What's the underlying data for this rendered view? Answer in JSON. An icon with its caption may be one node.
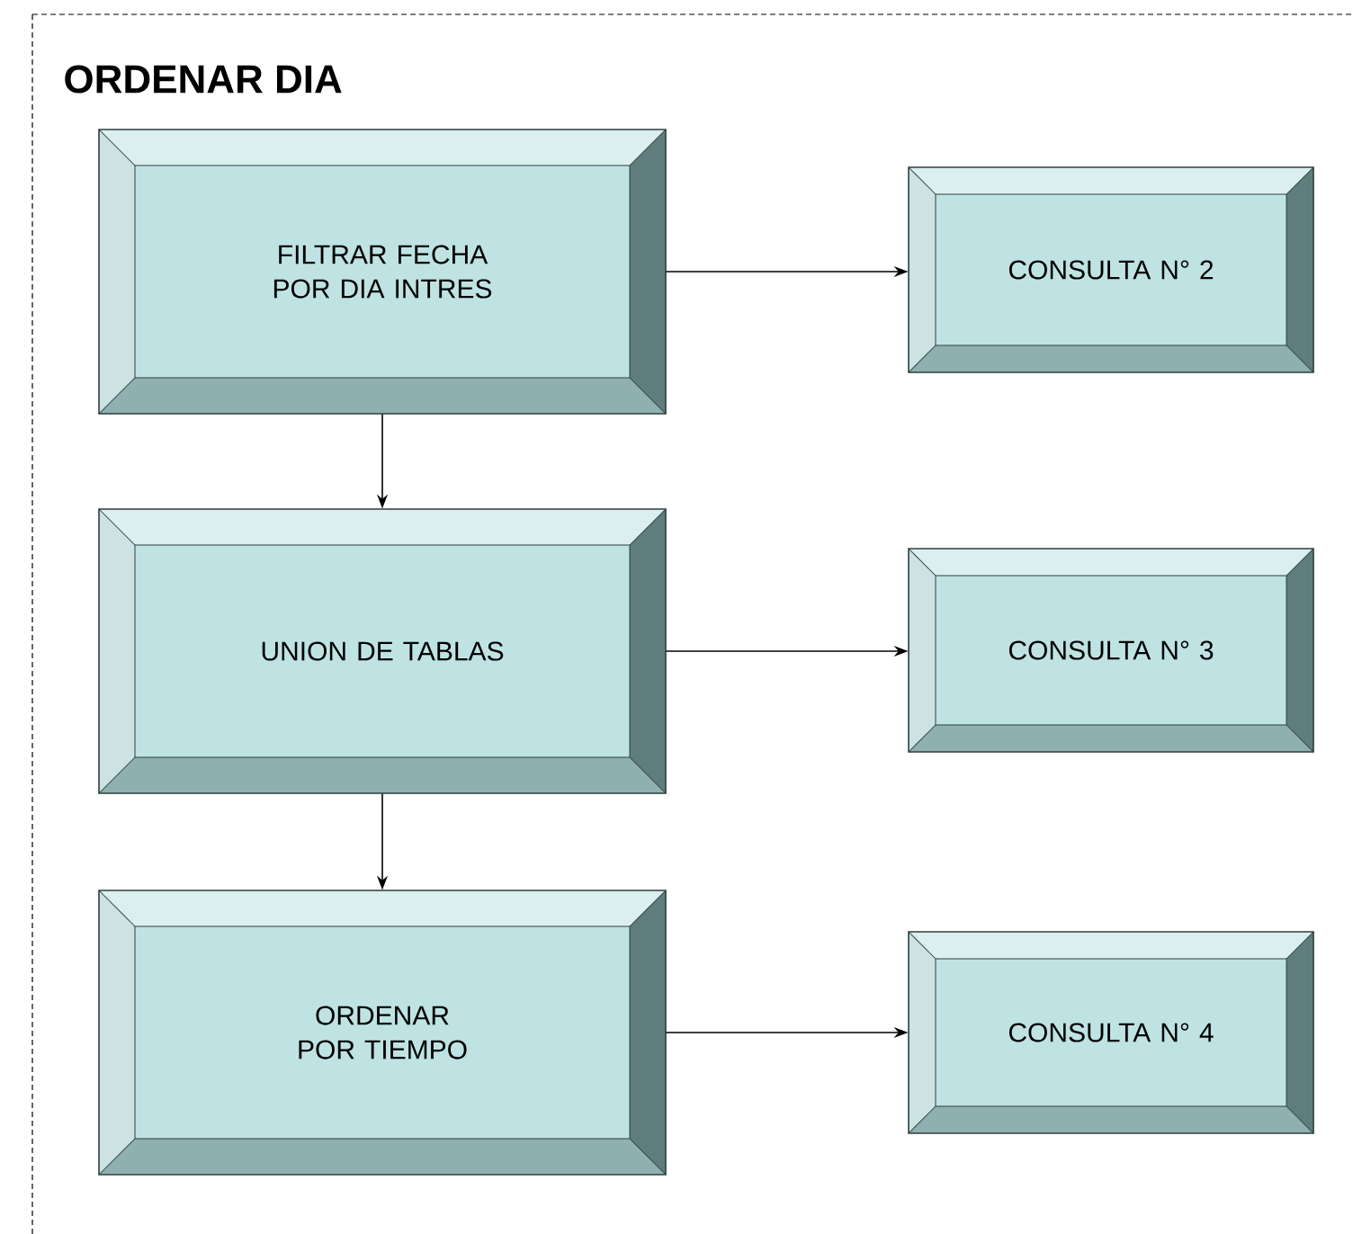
{
  "diagram": {
    "nodes": [
      {
        "text": [
          "ORDENAR DIA"
        ]
      },
      {
        "text": [
          "FILTRAR FECHA POR DIA INTRES"
        ],
        "in": 0
      },
      {
        "text": [
          "CONSULTA N° 2"
        ],
        "in": 0
      },
      {
        "text": [
          "UNION DE TABLAS"
        ],
        "in": 0
      },
      {
        "text": [
          "CONSULTA N° 3"
        ],
        "in": 0
      },
      {
        "text": [
          "ORDENAR POR TIEMPO"
        ],
        "in": 0
      },
      {
        "text": [
          "CONSULTA N° 4"
        ],
        "in": 0
      }
    ],
    "edges": [
      {
        "from": 1,
        "to": 2,
        "arrow": "to"
      },
      {
        "from": 1,
        "to": 3,
        "arrow": "to"
      },
      {
        "from": 3,
        "to": 4,
        "arrow": "to"
      },
      {
        "from": 3,
        "to": 5,
        "arrow": "to"
      },
      {
        "from": 5,
        "to": 6,
        "arrow": "to"
      }
    ]
  }
}
